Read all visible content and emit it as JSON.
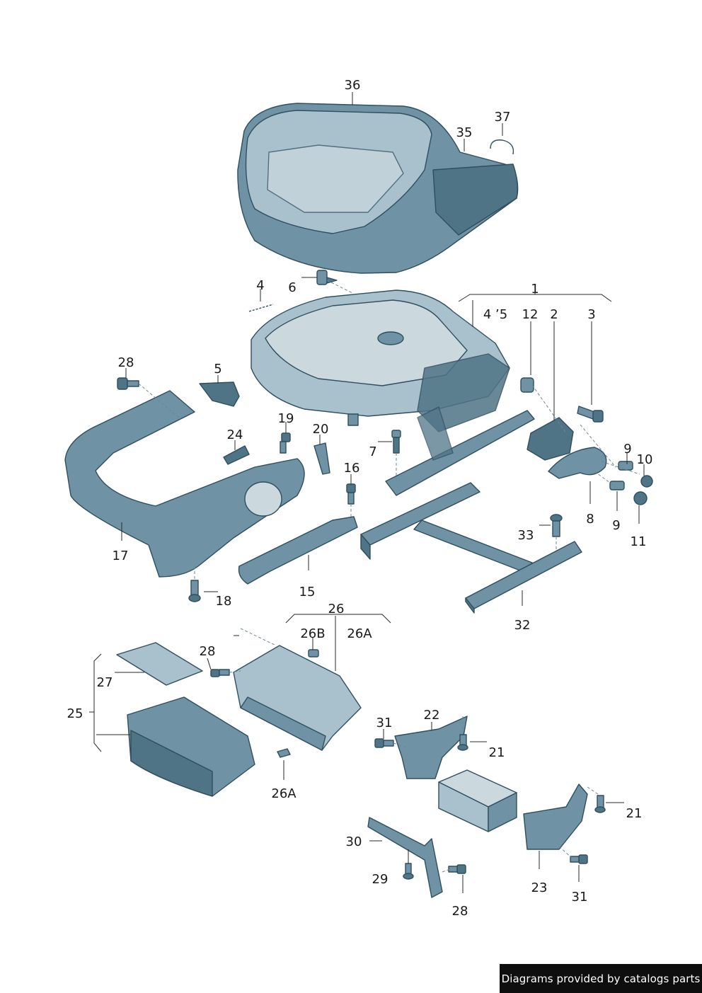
{
  "footer": {
    "credit": "Diagrams provided by catalogs parts"
  },
  "labels": {
    "l36": "36",
    "l37": "37",
    "l35": "35",
    "l1": "1",
    "l4": "4",
    "l6": "6",
    "l45": "4 ʼ5",
    "l12": "12",
    "l2": "2",
    "l3": "3",
    "l28a": "28",
    "l5": "5",
    "l19": "19",
    "l20": "20",
    "l24": "24",
    "l7": "7",
    "l16": "16",
    "l9a": "9",
    "l10": "10",
    "l8": "8",
    "l9b": "9",
    "l11": "11",
    "l33": "33",
    "l17": "17",
    "l18": "18",
    "l15": "15",
    "l32": "32",
    "l26": "26",
    "l26b": "26B",
    "l26a_top": "26A",
    "l28b": "28",
    "l27": "27",
    "l25": "25",
    "l26a_bot": "26A",
    "l31a": "31",
    "l22": "22",
    "l21a": "21",
    "l21b": "21",
    "l30": "30",
    "l29": "29",
    "l28c": "28",
    "l23": "23",
    "l31b": "31"
  },
  "colors": {
    "part_dark": "#4f7486",
    "part_mid": "#6f93a4",
    "part_light": "#a9c1cc",
    "outline": "#2f4e5e",
    "footer_bg": "#0e0e0e"
  }
}
